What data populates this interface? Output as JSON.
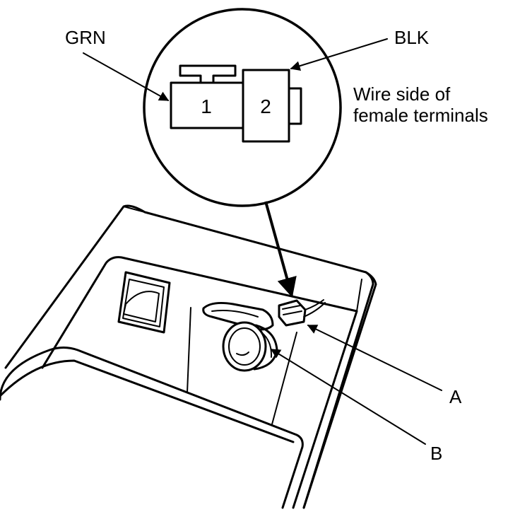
{
  "callouts": {
    "grn": "GRN",
    "blk": "BLK",
    "terminal_1": "1",
    "terminal_2": "2",
    "note_line1": "Wire side of",
    "note_line2": "female terminals",
    "label_a": "A",
    "label_b": "B"
  },
  "colors": {
    "ink": "#000000",
    "background": "#ffffff"
  }
}
